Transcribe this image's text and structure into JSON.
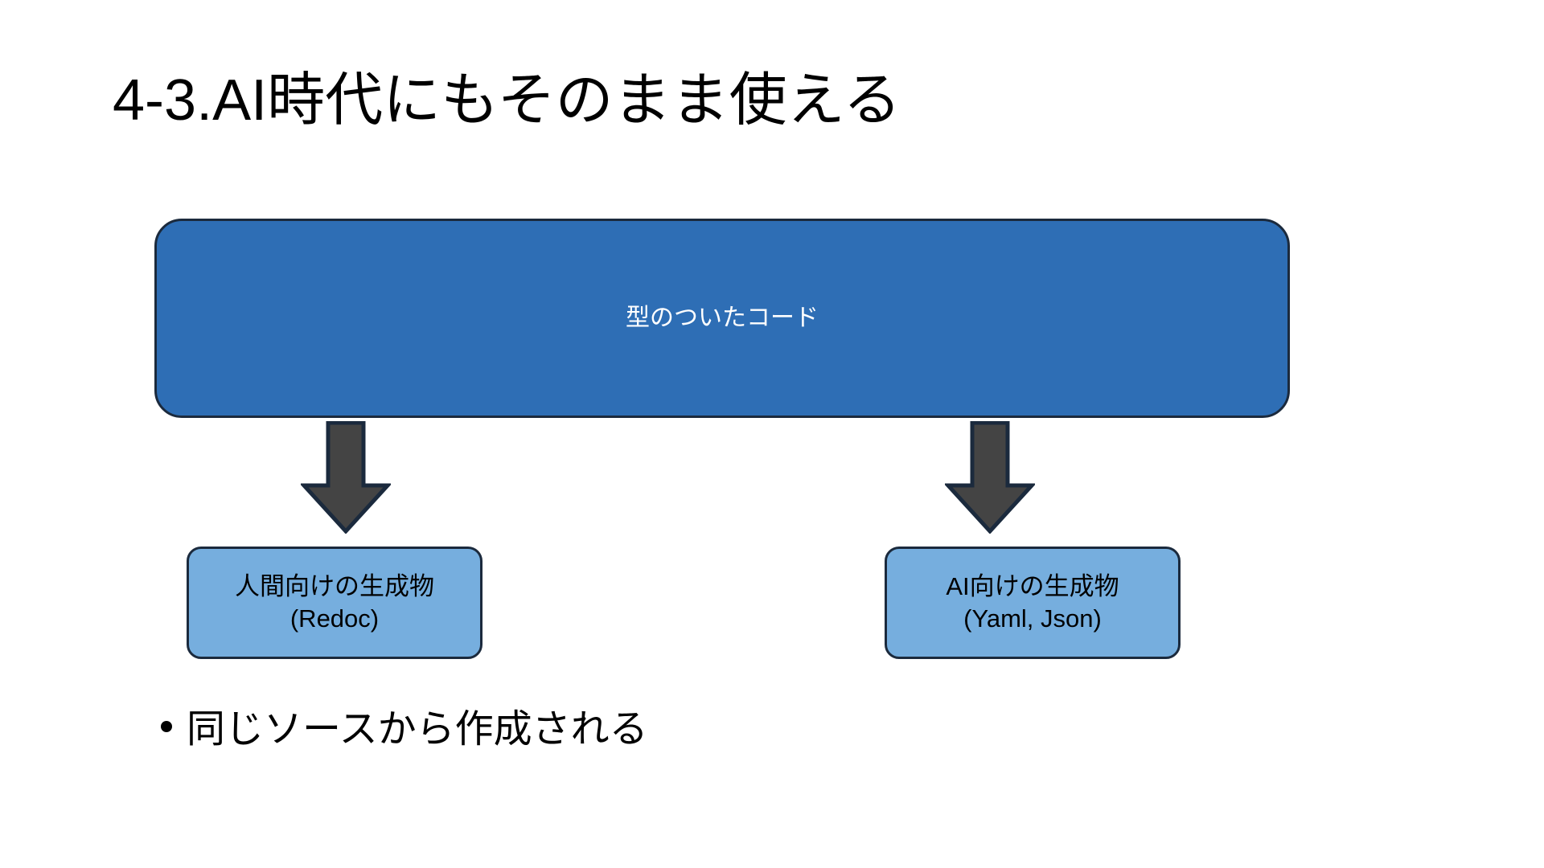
{
  "slide": {
    "title": "4-3.AI時代にもそのまま使える",
    "background_color": "#FFFFFF"
  },
  "diagram": {
    "source_node": {
      "label": "型のついたコード",
      "fill_color": "#2E6EB5",
      "border_color": "#1B2A3D",
      "text_color": "#FFFFFF"
    },
    "connectors": [
      {
        "name": "arrow-down-left",
        "icon": "arrow-down-icon",
        "fill_color": "#444444",
        "border_color": "#1B2A3D"
      },
      {
        "name": "arrow-down-right",
        "icon": "arrow-down-icon",
        "fill_color": "#444444",
        "border_color": "#1B2A3D"
      }
    ],
    "output_nodes": [
      {
        "line1": "人間向けの生成物",
        "line2": "(Redoc)",
        "fill_color": "#76AEDE",
        "border_color": "#1B2A3D",
        "text_color": "#000000"
      },
      {
        "line1": "AI向けの生成物",
        "line2": "(Yaml, Json)",
        "fill_color": "#76AEDE",
        "border_color": "#1B2A3D",
        "text_color": "#000000"
      }
    ]
  },
  "body": {
    "bullets": [
      {
        "marker": "•",
        "text": "同じソースから作成される"
      }
    ]
  }
}
